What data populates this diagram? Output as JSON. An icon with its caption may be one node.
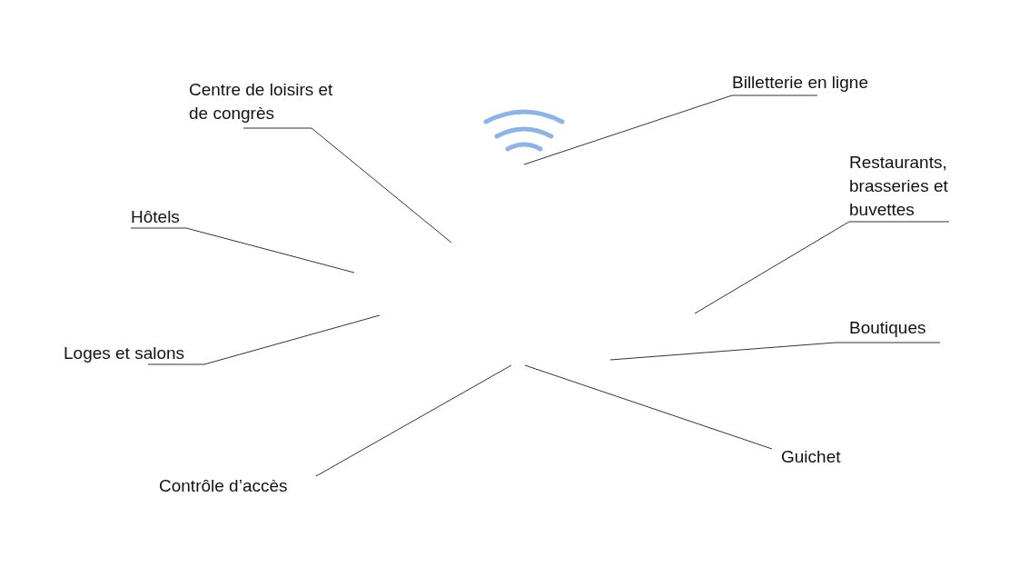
{
  "diagram": {
    "nodes": [
      {
        "text": [
          "Centre de loisirs et de congrès"
        ]
      },
      {
        "text": [
          "Billetterie en ligne"
        ]
      },
      {
        "text": [
          "Hôtels"
        ]
      },
      {
        "text": [
          "Restaurants, brasseries et buvettes"
        ]
      },
      {
        "text": [
          "Loges et salons"
        ]
      },
      {
        "text": [
          "Boutiques"
        ]
      },
      {
        "text": [
          "Guichet"
        ]
      },
      {
        "text": [
          "Contrôle d’accès"
        ]
      }
    ],
    "edges": [
      {
        "from": 0,
        "to": null,
        "arrow": "none"
      },
      {
        "from": 1,
        "to": null,
        "arrow": "none"
      },
      {
        "from": 2,
        "to": null,
        "arrow": "none"
      },
      {
        "from": 3,
        "to": null,
        "arrow": "none"
      },
      {
        "from": 4,
        "to": null,
        "arrow": "none"
      },
      {
        "from": 5,
        "to": null,
        "arrow": "none"
      },
      {
        "from": 6,
        "to": null,
        "arrow": "none"
      },
      {
        "from": 7,
        "to": null,
        "arrow": "none"
      }
    ]
  }
}
